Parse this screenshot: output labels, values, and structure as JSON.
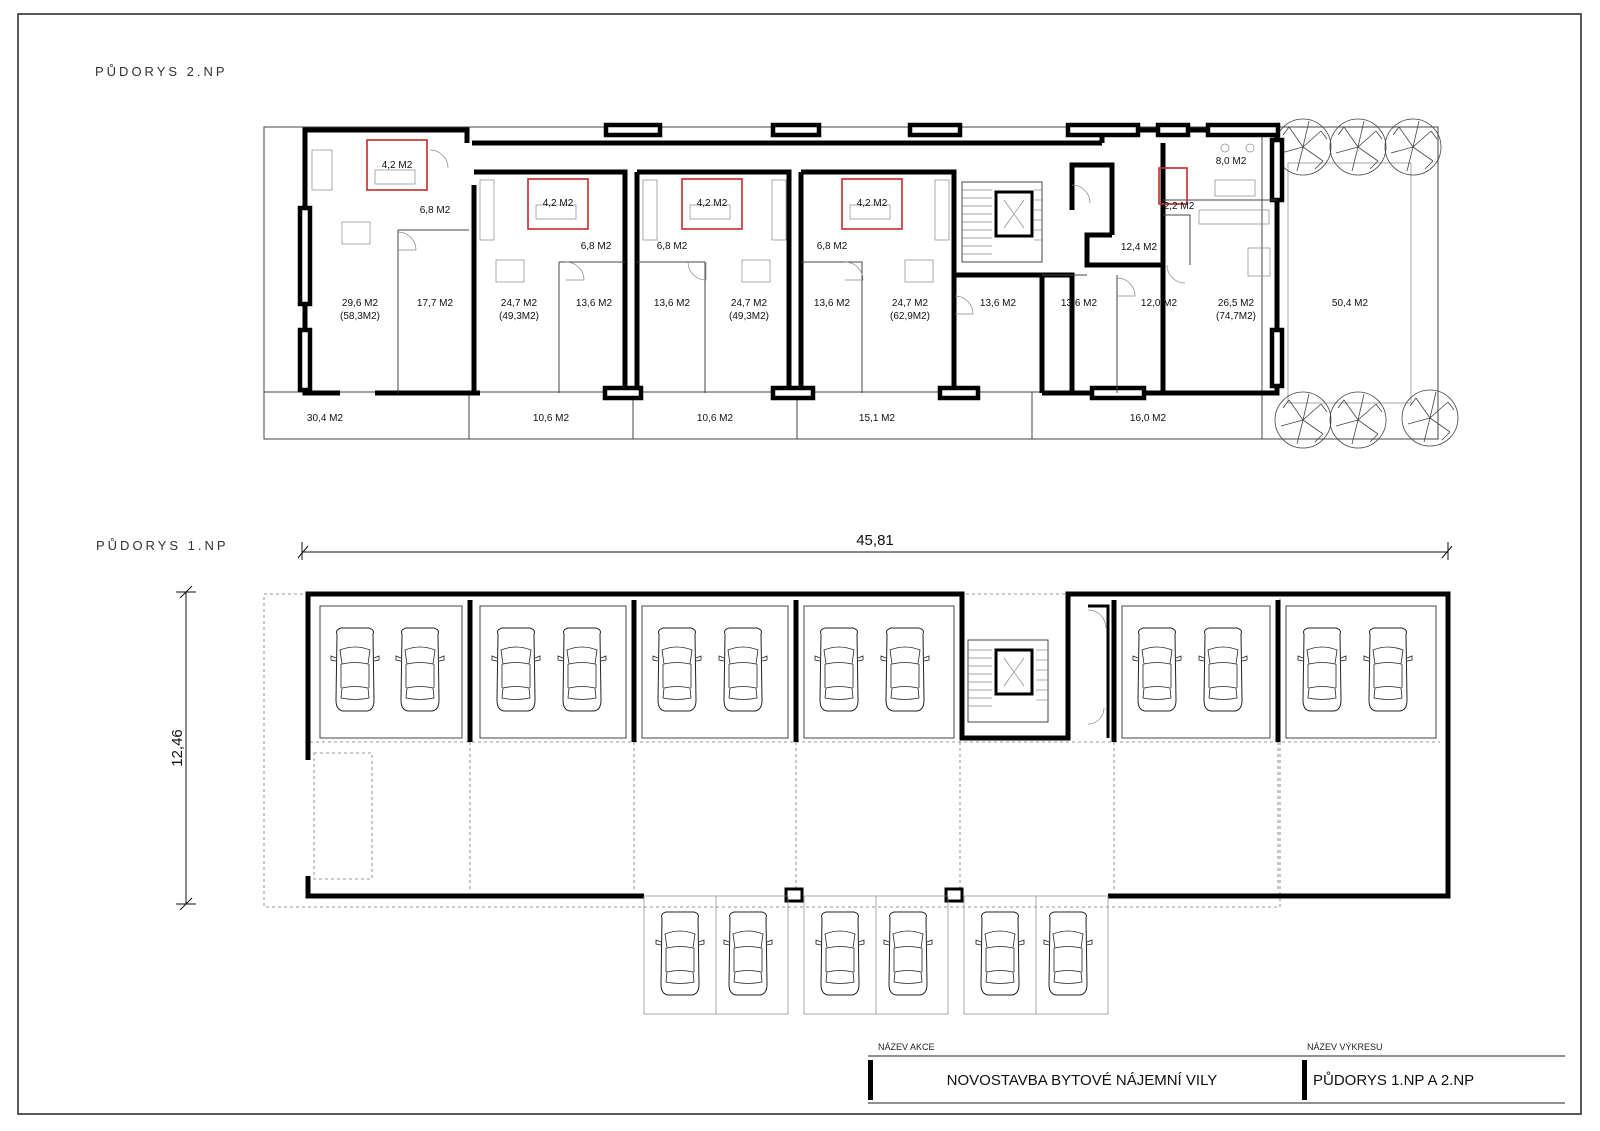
{
  "floor2": {
    "title": "PŮDORYS 2.NP",
    "rooms": [
      {
        "label": "4,2 M2"
      },
      {
        "label": "6,8 M2"
      },
      {
        "label": "29,6 M2"
      },
      {
        "label": "(58,3M2)"
      },
      {
        "label": "17,7 M2"
      },
      {
        "label": "4,2 M2"
      },
      {
        "label": "6,8 M2"
      },
      {
        "label": "24,7 M2"
      },
      {
        "label": "(49,3M2)"
      },
      {
        "label": "13,6 M2"
      },
      {
        "label": "4,2 M2"
      },
      {
        "label": "6,8 M2"
      },
      {
        "label": "13,6 M2"
      },
      {
        "label": "24,7 M2"
      },
      {
        "label": "(49,3M2)"
      },
      {
        "label": "4,2 M2"
      },
      {
        "label": "6,8 M2"
      },
      {
        "label": "13,6 M2"
      },
      {
        "label": "24,7 M2"
      },
      {
        "label": "(62,9M2)"
      },
      {
        "label": "13,6 M2"
      },
      {
        "label": "8,0 M2"
      },
      {
        "label": "2,2 M2"
      },
      {
        "label": "12,4 M2"
      },
      {
        "label": "13,6 M2"
      },
      {
        "label": "12,0 M2"
      },
      {
        "label": "26,5 M2"
      },
      {
        "label": "(74,7M2)"
      },
      {
        "label": "50,4 M2"
      },
      {
        "label": "30,4 M2"
      },
      {
        "label": "10,6 M2"
      },
      {
        "label": "10,6 M2"
      },
      {
        "label": "15,1 M2"
      },
      {
        "label": "16,0 M2"
      }
    ]
  },
  "floor1": {
    "title": "PŮDORYS 1.NP",
    "dim_width": "45,81",
    "dim_height": "12,46"
  },
  "title_block": {
    "project_caption": "NÁZEV AKCE",
    "project_name": "NOVOSTAVBA  BYTOVÉ NÁJEMNÍ VILY",
    "drawing_caption": "NÁZEV VÝKRESU",
    "drawing_name": "PŮDORYS 1.NP A 2.NP"
  }
}
